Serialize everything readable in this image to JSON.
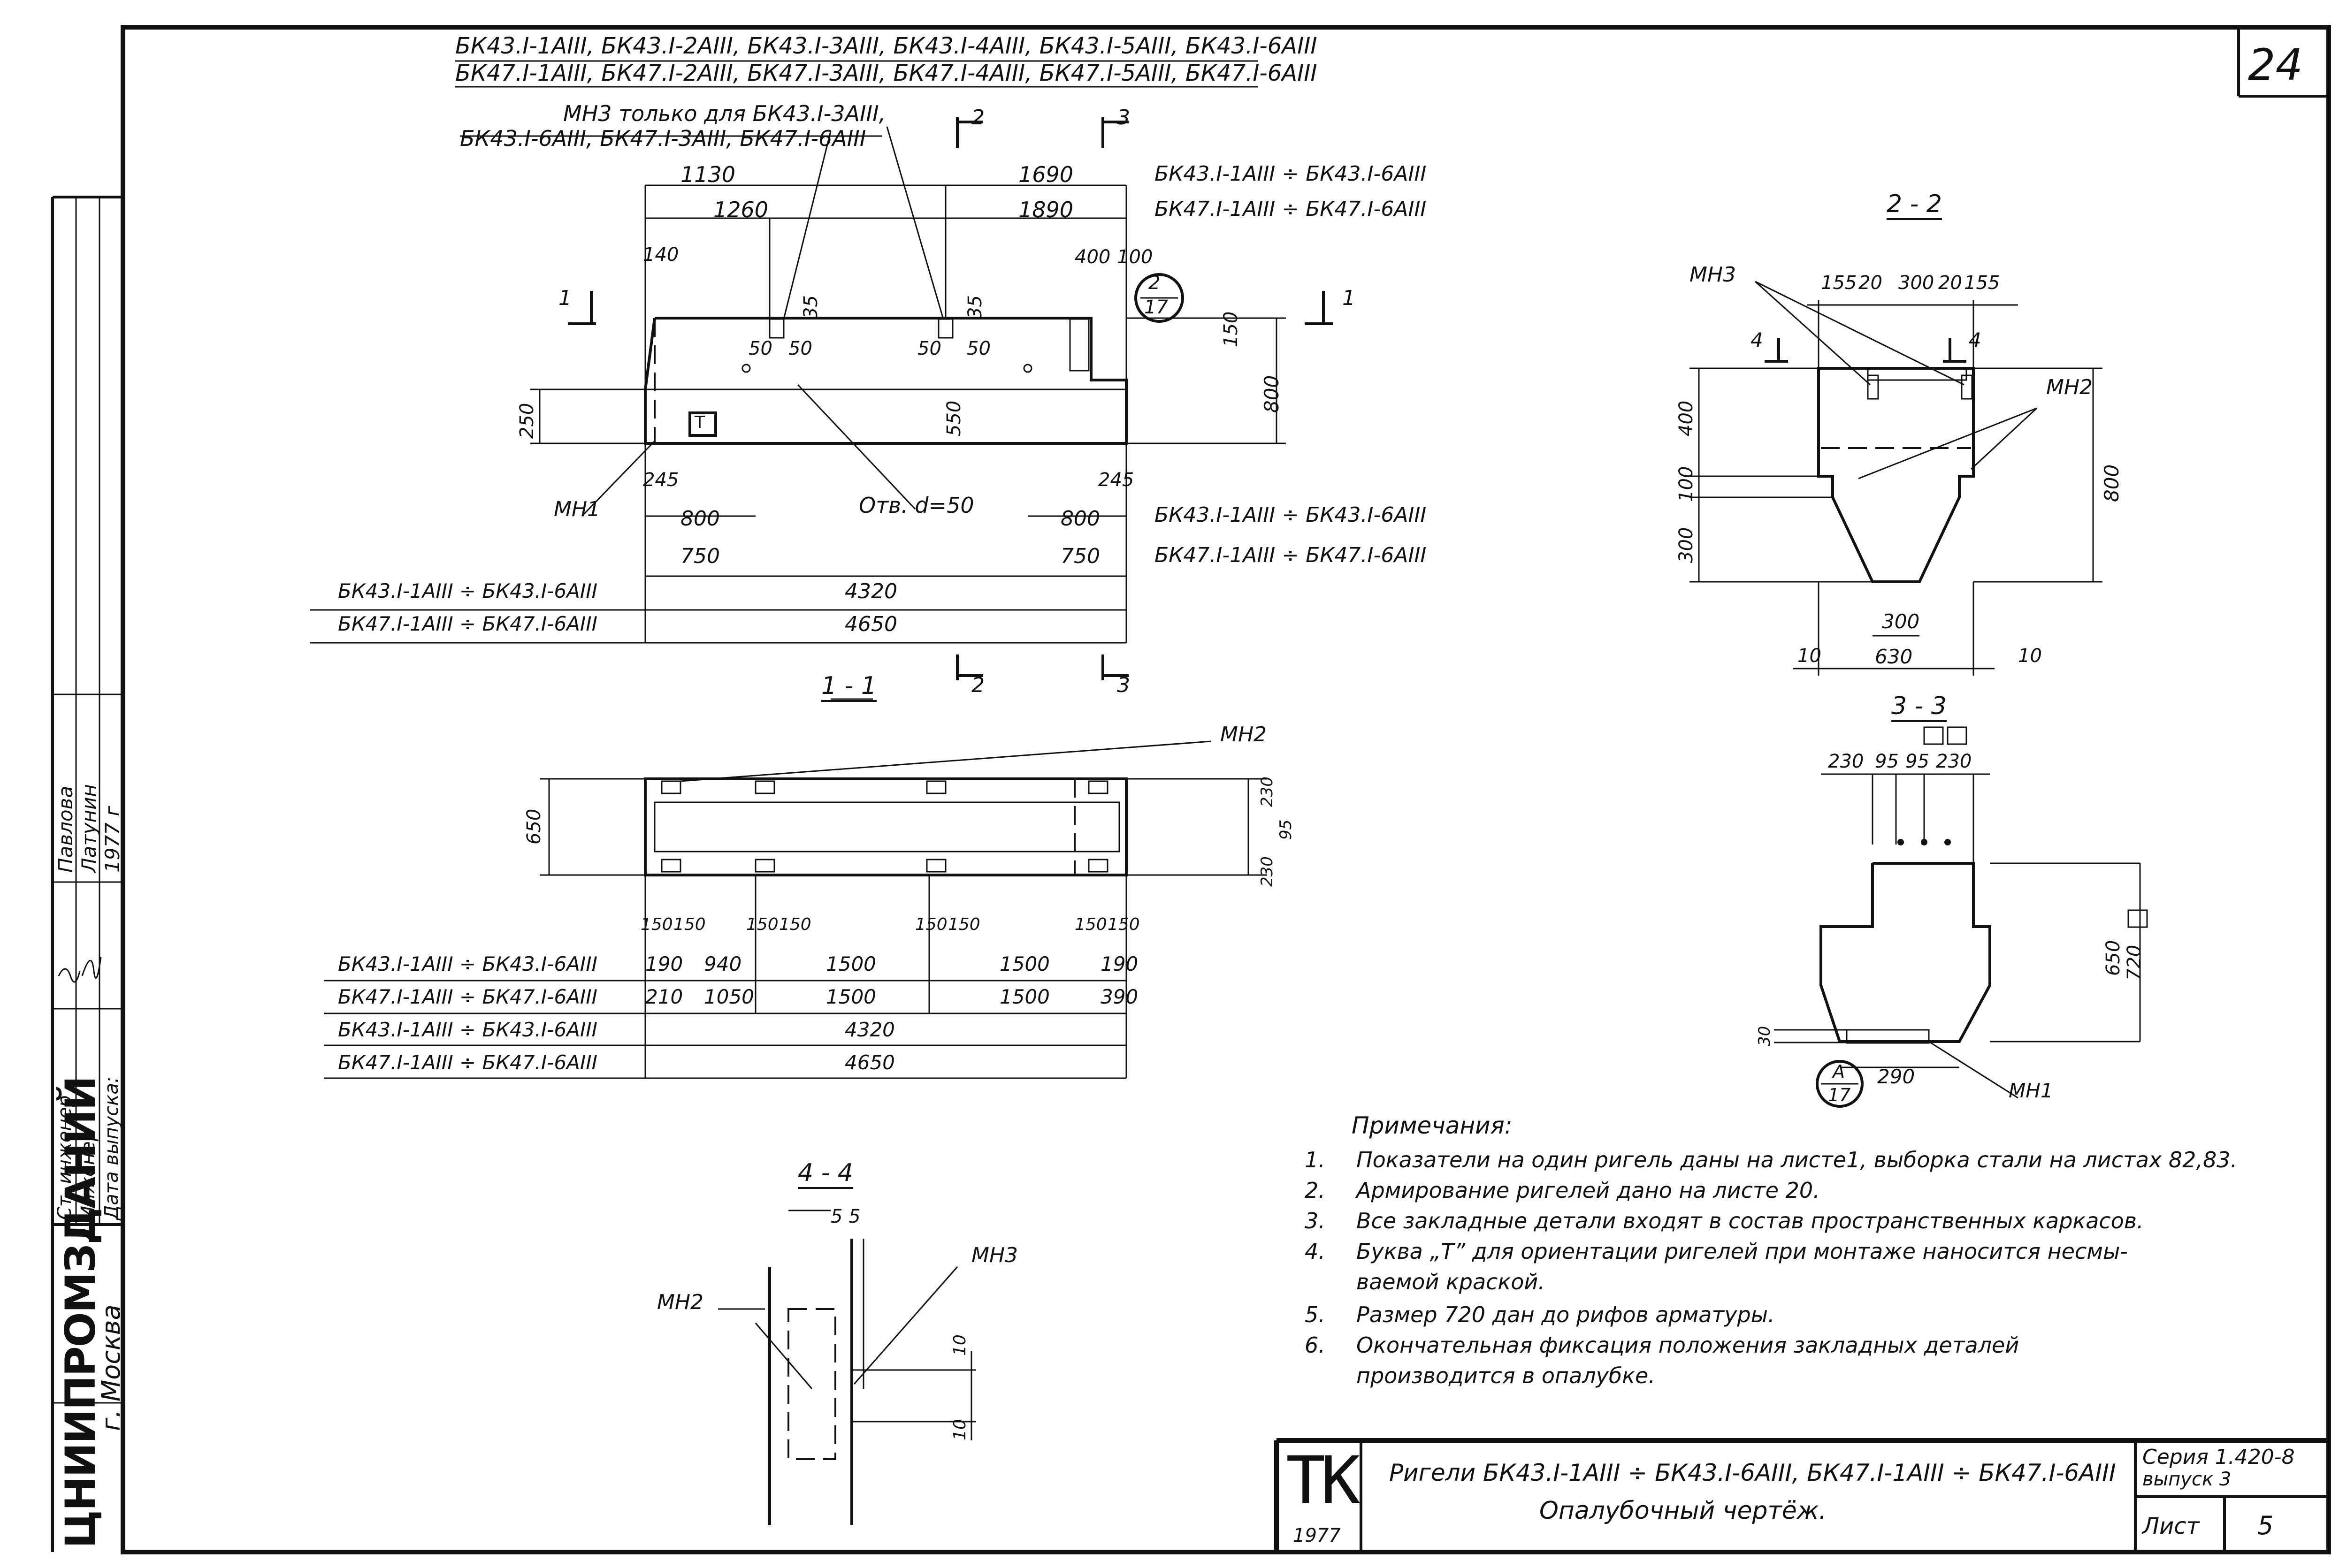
{
  "sheet_number": "24",
  "header": {
    "line1": "БК43.I-1АIII, БК43.I-2АIII, БК43.I-3АIII, БК43.I-4АIII, БК43.I-5АIII, БК43.I-6АIII",
    "line2": "БК47.I-1АIII, БК47.I-2АIII, БК47.I-3АIII, БК47.I-4АIII, БК47.I-5АIII, БК47.I-6АIII",
    "mn3_note_1": "МН3 только для БК43.I-3АIII,",
    "mn3_note_2": "БК43.I-6АIII, БК47.I-3АIII, БК47.I-6АIII"
  },
  "elevation": {
    "dim_1130": "1130",
    "dim_1690": "1690",
    "dim_1260": "1260",
    "dim_1890": "1890",
    "range_43": "БК43.I-1АIII ÷ БК43.I-6АIII",
    "range_47": "БК47.I-1АIII ÷ БК47.I-6АIII",
    "dim_140": "140",
    "dim_400": "400",
    "dim_100": "100",
    "dim_35a": "35",
    "dim_35b": "35",
    "dim_50a": "50",
    "dim_50b": "50",
    "dim_50c": "50",
    "dim_50d": "50",
    "dim_150": "150",
    "dim_800": "800",
    "dim_250": "250",
    "dim_550": "550",
    "dim_245a": "245",
    "dim_245b": "245",
    "hole_label": "Отв. d=50",
    "mn1": "МН1",
    "t_mark": "Т",
    "dim_800a": "800",
    "dim_800b": "800",
    "dim_750a": "750",
    "dim_750b": "750",
    "range_43b": "БК43.I-1АIII ÷ БК43.I-6АIII",
    "range_47b": "БК47.I-1АIII ÷ БК47.I-6АIII",
    "len_label_43": "БК43.I-1АIII ÷ БК43.I-6АIII",
    "len_43": "4320",
    "len_label_47": "БК47.I-1АIII ÷ БК47.I-6АIII",
    "len_47": "4650",
    "callout_num": "2",
    "callout_den": "17",
    "sec1": "1",
    "sec2": "2",
    "sec3": "3"
  },
  "plan_1_1": {
    "title": "1 - 1",
    "mn2": "МН2",
    "dim_650": "650",
    "dim_230a": "230",
    "dim_95": "95",
    "dim_230b": "230",
    "dim_150": "150",
    "rows": [
      {
        "label": "БК43.I-1АIII ÷ БК43.I-6АIII",
        "v": [
          "190",
          "940",
          "1500",
          "1500",
          "190"
        ]
      },
      {
        "label": "БК47.I-1АIII ÷ БК47.I-6АIII",
        "v": [
          "210",
          "1050",
          "1500",
          "1500",
          "390"
        ]
      },
      {
        "label": "БК43.I-1АIII ÷ БК43.I-6АIII",
        "v": [
          "4320"
        ]
      },
      {
        "label": "БК47.I-1АIII ÷ БК47.I-6АIII",
        "v": [
          "4650"
        ]
      }
    ]
  },
  "section_2_2": {
    "title": "2 - 2",
    "mn3": "МН3",
    "mn2": "МН2",
    "top_dims": [
      "155",
      "20",
      "300",
      "20",
      "155"
    ],
    "dim_400": "400",
    "dim_100": "100",
    "dim_300": "300",
    "dim_800": "800",
    "dim_300b": "300",
    "dim_10a": "10",
    "dim_630": "630",
    "dim_10b": "10",
    "cut4": "4"
  },
  "section_3_3": {
    "title": "3 - 3",
    "top_dims": [
      "230",
      "95",
      "95",
      "230"
    ],
    "dim_650": "650",
    "dim_720": "720",
    "dim_30": "30",
    "dim_290": "290",
    "mn1": "МН1",
    "callout_top": "А",
    "callout_bot": "17"
  },
  "section_4_4": {
    "title": "4 - 4",
    "mn2": "МН2",
    "mn3": "МН3",
    "top": "5  5",
    "dim_10a": "10",
    "dim_10b": "10"
  },
  "notes": {
    "title": "Примечания:",
    "items": [
      {
        "n": "1.",
        "text": "Показатели на один ригель даны на листе1, выборка стали на листах 82,83."
      },
      {
        "n": "2.",
        "text": "Армирование ригелей дано на листе 20."
      },
      {
        "n": "3.",
        "text": "Все закладные детали входят в состав пространственных каркасов."
      },
      {
        "n": "4.",
        "text": "Буква „Т” для ориентации ригелей при монтаже наносится несмы-"
      },
      {
        "n": "",
        "text": "ваемой краской."
      },
      {
        "n": "5.",
        "text": "Размер 720 дан до рифов арматуры."
      },
      {
        "n": "6.",
        "text": "Окончательная фиксация положения закладных деталей"
      },
      {
        "n": "",
        "text": "производится в опалубке."
      }
    ]
  },
  "title_block": {
    "logo": "ТК",
    "year": "1977",
    "title1": "Ригели БК43.I-1АIII ÷ БК43.I-6АIII, БК47.I-1АIII ÷ БК47.I-6АIII",
    "title2": "Опалубочный чертёж.",
    "series": "Серия 1.420-8",
    "issue": "выпуск 3",
    "sheet_label": "Лист",
    "sheet_value": "5"
  },
  "side_stamp": {
    "org": "ЦНИИПРОМЗДАНИЙ",
    "city": "г. Москва",
    "role1": "Ст. инженер",
    "role2": "Инженер",
    "role3": "Дата выпуска:",
    "name1": "Павлова",
    "name2": "Латунин",
    "date": "1977 г"
  }
}
